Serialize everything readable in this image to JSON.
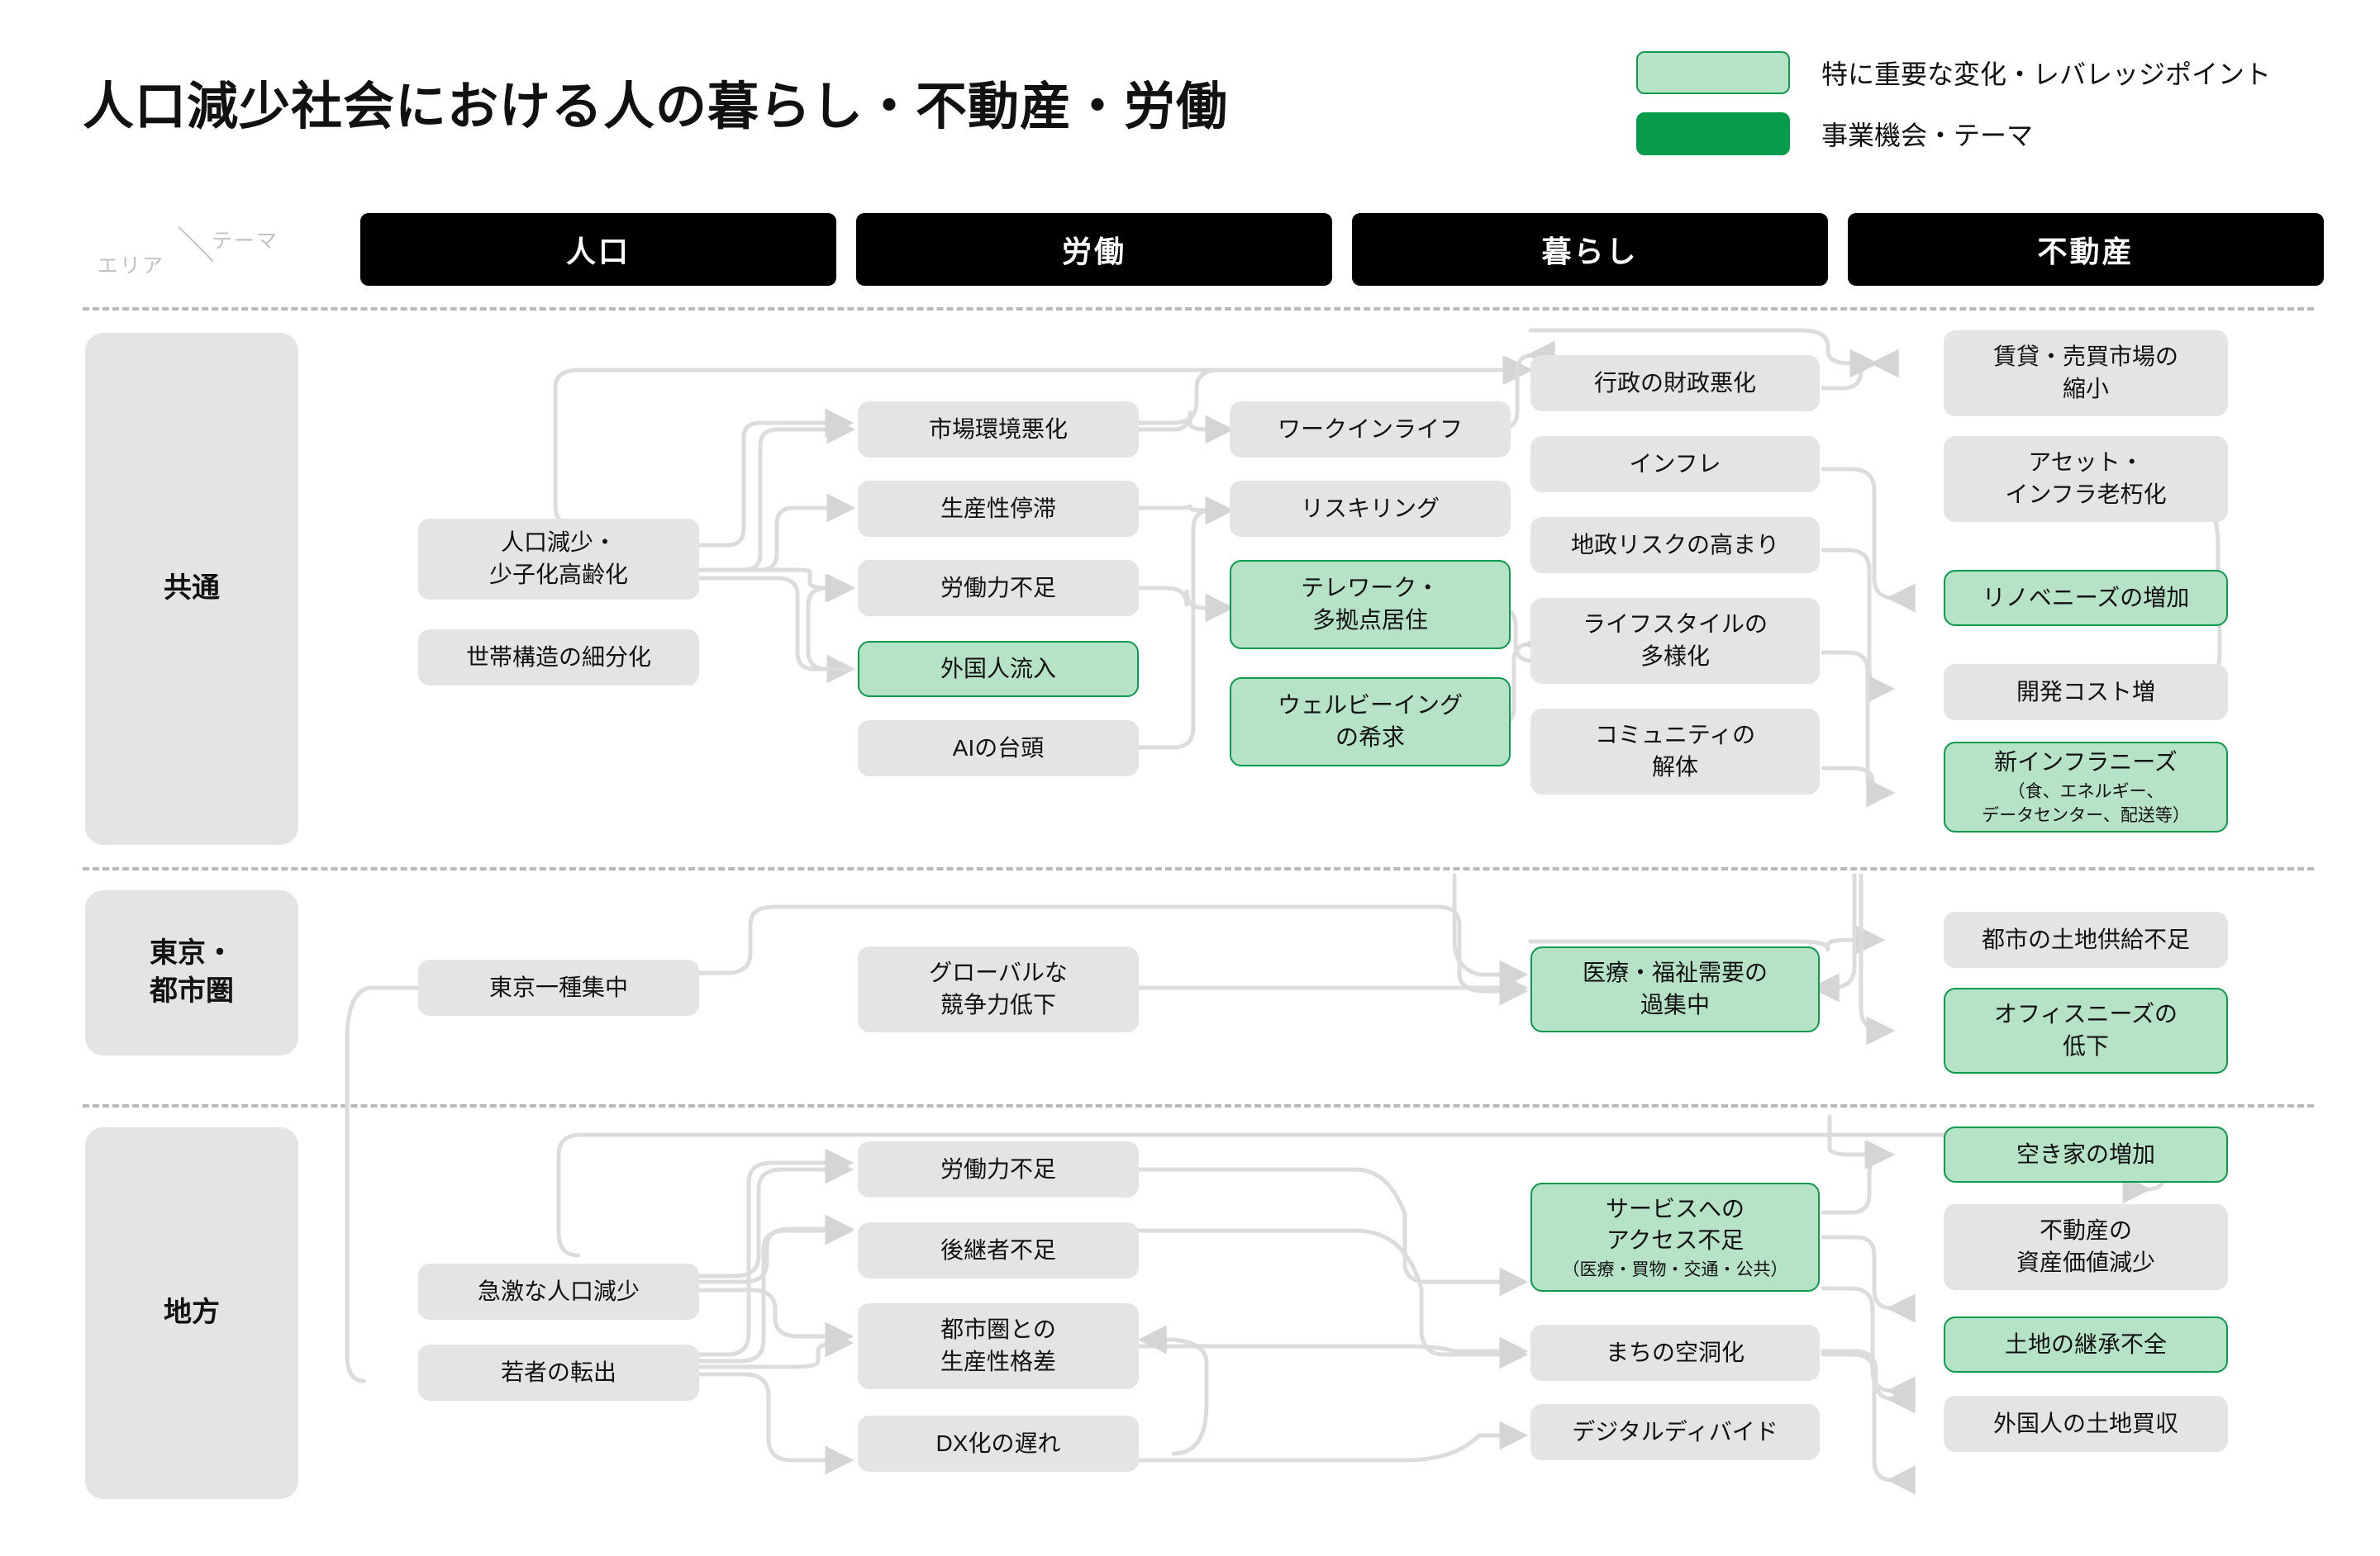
{
  "title": "人口減少社会における人の暮らし・不動産・労働",
  "legend": {
    "items": [
      {
        "swatch": "light-green",
        "label": "特に重要な変化・レバレッジポイント"
      },
      {
        "swatch": "dark-green",
        "label": "事業機会・テーマ"
      }
    ]
  },
  "corner": {
    "area": "エリア",
    "slash": "＼",
    "theme": "テーマ"
  },
  "columns": [
    {
      "label": "人口"
    },
    {
      "label": "労働"
    },
    {
      "label": "暮らし"
    },
    {
      "label": "不動産"
    }
  ],
  "rows": [
    {
      "label": "共通"
    },
    {
      "label": "東京・\n都市圏",
      "line1": "東京・",
      "line2": "都市圏"
    },
    {
      "label": "地方"
    }
  ],
  "colors": {
    "accent_light": "#b6e3c6",
    "accent_dark": "#079b4b",
    "accent_border": "#0c9a4c",
    "node_grey": "#e4e4e4",
    "header_black": "#000000",
    "link_grey": "#dcdcdc",
    "divider_grey": "#b9b9b9"
  },
  "nodes": {
    "n_jinkou_gensho": {
      "text": "人口減少・\n少子化高齢化",
      "line1": "人口減少・",
      "line2": "少子化高齢化",
      "type": "grey"
    },
    "n_setai": {
      "text": "世帯構造の細分化",
      "type": "grey"
    },
    "n_shijo": {
      "text": "市場環境悪化",
      "type": "grey"
    },
    "n_seisansei": {
      "text": "生産性停滞",
      "type": "grey"
    },
    "n_roudouryoku": {
      "text": "労働力不足",
      "type": "grey"
    },
    "n_gaikokujin": {
      "text": "外国人流入",
      "type": "green"
    },
    "n_ai": {
      "text": "AIの台頭",
      "type": "grey"
    },
    "n_workinlife": {
      "text": "ワークインライフ",
      "type": "grey"
    },
    "n_reskilling": {
      "text": "リスキリング",
      "type": "grey"
    },
    "n_telework": {
      "text": "テレワーク・\n多拠点居住",
      "line1": "テレワーク・",
      "line2": "多拠点居住",
      "type": "green"
    },
    "n_wellbeing": {
      "text": "ウェルビーイング\nの希求",
      "line1": "ウェルビーイング",
      "line2": "の希求",
      "type": "green"
    },
    "n_gyousei": {
      "text": "行政の財政悪化",
      "type": "grey"
    },
    "n_infure": {
      "text": "インフレ",
      "type": "grey"
    },
    "n_chisei": {
      "text": "地政リスクの高まり",
      "type": "grey"
    },
    "n_lifestyle": {
      "text": "ライフスタイルの\n多様化",
      "line1": "ライフスタイルの",
      "line2": "多様化",
      "type": "grey"
    },
    "n_community": {
      "text": "コミュニティの\n解体",
      "line1": "コミュニティの",
      "line2": "解体",
      "type": "grey"
    },
    "n_chintai": {
      "text": "賃貸・売買市場の\n縮小",
      "line1": "賃貸・売買市場の",
      "line2": "縮小",
      "type": "grey"
    },
    "n_asset": {
      "text": "アセット・\nインフラ老朽化",
      "line1": "アセット・",
      "line2": "インフラ老朽化",
      "type": "grey"
    },
    "n_renove": {
      "text": "リノベニーズの増加",
      "type": "green"
    },
    "n_kaihatsu": {
      "text": "開発コスト増",
      "type": "grey"
    },
    "n_shininfra": {
      "text": "新インフラニーズ\n(食、エネルギー、データセンター、配送等)",
      "line1": "新インフラニーズ",
      "sub1": "（食、エネルギー、",
      "sub2": "データセンター、配送等）",
      "type": "green"
    },
    "n_tokyo_ikkyoku": {
      "text": "東京一種集中",
      "type": "grey"
    },
    "n_global": {
      "text": "グローバルな\n競争力低下",
      "line1": "グローバルな",
      "line2": "競争力低下",
      "type": "grey"
    },
    "n_iryou": {
      "text": "医療・福祉需要の\n過集中",
      "line1": "医療・福祉需要の",
      "line2": "過集中",
      "type": "green"
    },
    "n_toshi_tochi": {
      "text": "都市の土地供給不足",
      "type": "grey"
    },
    "n_office": {
      "text": "オフィスニーズの\n低下",
      "line1": "オフィスニーズの",
      "line2": "低下",
      "type": "green"
    },
    "n_kyugeki": {
      "text": "急激な人口減少",
      "type": "grey"
    },
    "n_wakamono": {
      "text": "若者の転出",
      "type": "grey"
    },
    "n_roudou_chihou": {
      "text": "労働力不足",
      "type": "grey"
    },
    "n_koukeisha": {
      "text": "後継者不足",
      "type": "grey"
    },
    "n_toshiken_kakusa": {
      "text": "都市圏との\n生産性格差",
      "line1": "都市圏との",
      "line2": "生産性格差",
      "type": "grey"
    },
    "n_dx": {
      "text": "DX化の遅れ",
      "type": "grey"
    },
    "n_service": {
      "text": "サービスへの\nアクセス不足\n(医療・買物・交通・公共)",
      "line1": "サービスへの",
      "line2": "アクセス不足",
      "sub1": "（医療・買物・交通・公共）",
      "type": "green"
    },
    "n_machi": {
      "text": "まちの空洞化",
      "type": "grey"
    },
    "n_divide": {
      "text": "デジタルディバイド",
      "type": "grey"
    },
    "n_akiya": {
      "text": "空き家の増加",
      "type": "green"
    },
    "n_shisan": {
      "text": "不動産の\n資産価値減少",
      "line1": "不動産の",
      "line2": "資産価値減少",
      "type": "grey"
    },
    "n_keishou": {
      "text": "土地の継承不全",
      "type": "green"
    },
    "n_gaikokujin_tochi": {
      "text": "外国人の土地買収",
      "type": "grey"
    }
  }
}
